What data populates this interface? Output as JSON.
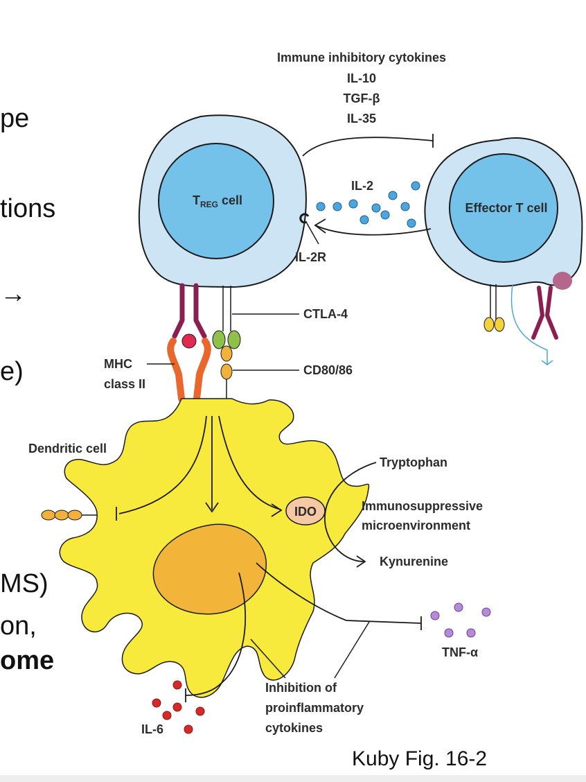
{
  "slide_fragments": [
    {
      "text": "pe",
      "bold": false
    },
    {
      "text": "tions",
      "bold": false
    },
    {
      "text": "→",
      "bold": true
    },
    {
      "text": "e)",
      "bold": false
    },
    {
      "text": "MS)",
      "bold": false
    },
    {
      "text": "on,",
      "bold": false
    },
    {
      "text": "ome",
      "bold": true
    }
  ],
  "diagram": {
    "cytokines_heading": "Immune inhibitory cytokines",
    "cytokines": [
      "IL-10",
      "TGF-β",
      "IL-35"
    ],
    "treg_label": {
      "main": "T",
      "sub": "REG",
      "rest": " cell"
    },
    "effector_label": "Effector T cell",
    "il2": "IL-2",
    "il2r": "IL-2R",
    "ctla4": "CTLA-4",
    "cd8086": "CD80/86",
    "mhc": [
      "MHC",
      "class II"
    ],
    "dendritic": "Dendritic cell",
    "ido": "IDO",
    "tryptophan": "Tryptophan",
    "immunosuppressive": [
      "Immunosuppressive",
      "microenvironment"
    ],
    "kynurenine": "Kynurenine",
    "tnf": "TNF-α",
    "inhibition": [
      "Inhibition of",
      "proinflammatory",
      "cytokines"
    ],
    "il6": "IL-6"
  },
  "caption": "Kuby Fig. 16-2",
  "colors": {
    "cell_outer": "#cde4f5",
    "cell_nucleus": "#74c1ea",
    "dendritic": "#f7ea3c",
    "dendritic_nucleus": "#f2b53a",
    "il2_dots": "#4aa6dd",
    "il6_dots": "#d52a2a",
    "tnf_dots": "#b58ad6",
    "ido": "#f6c9a4",
    "tcr": "#8b1f52",
    "mhc": "#e9662c",
    "ctla4": "#8fc14a",
    "cd80": "#f0b23a"
  }
}
